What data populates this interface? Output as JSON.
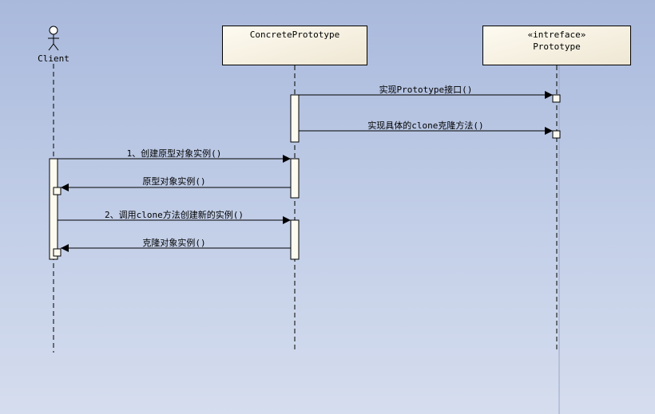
{
  "lifelines": {
    "client": {
      "label": "Client"
    },
    "concrete": {
      "label": "ConcretePrototype"
    },
    "prototype": {
      "stereotype": "«intreface»",
      "label": "Prototype"
    }
  },
  "messages": [
    {
      "id": "m1",
      "label": "实现Prototype接口()"
    },
    {
      "id": "m2",
      "label": "实现具体的clone克隆方法()"
    },
    {
      "id": "m3",
      "label": "1、创建原型对象实例()"
    },
    {
      "id": "m4",
      "label": "原型对象实例()"
    },
    {
      "id": "m5",
      "label": "2、调用clone方法创建新的实例()"
    },
    {
      "id": "m6",
      "label": "克隆对象实例()"
    }
  ]
}
